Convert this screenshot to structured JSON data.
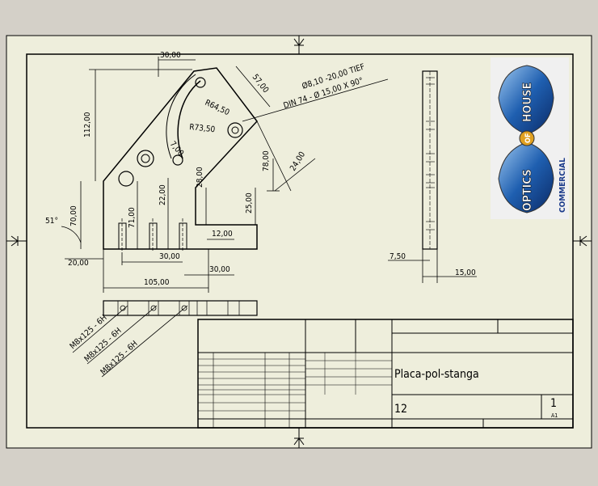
{
  "title_block": {
    "part_name": "Placa-pol-stanga",
    "drawing_number": "12",
    "sheet_number": "1",
    "sheet_count": "A1"
  },
  "logo": {
    "brand_line1": "HOUSE",
    "brand_line2": "OF",
    "brand_line3": "OPTICS",
    "tagline": "COMMERCIAL"
  },
  "dimensions": {
    "top_width": "30,00",
    "height_total": "112,00",
    "edge_slant": "57,00",
    "hole_callout_1": "Ø8,10 -20,00 TIEF",
    "hole_callout_2": "DIN 74 - Ø 15,00 X 90°",
    "radius_outer": "R64,50",
    "radius_inner": "R73,50",
    "arc_width": "7,00",
    "angle": "51°",
    "height_left": "70,00",
    "height_hole": "71,00",
    "height_hole2": "22,00",
    "height_notch": "28,00",
    "height_step": "25,00",
    "slant_small": "24,00",
    "slant_78": "78,00",
    "step_w": "12,00",
    "left_off": "20,00",
    "slot_spacing1": "30,00",
    "slot_spacing2": "30,00",
    "base_width": "105,00",
    "thread_1": "M8x125 - 6H",
    "thread_2": "M8x125 - 6H",
    "thread_3": "M8x125 - 6H",
    "side_offset": "7,50",
    "side_width": "15,00"
  }
}
